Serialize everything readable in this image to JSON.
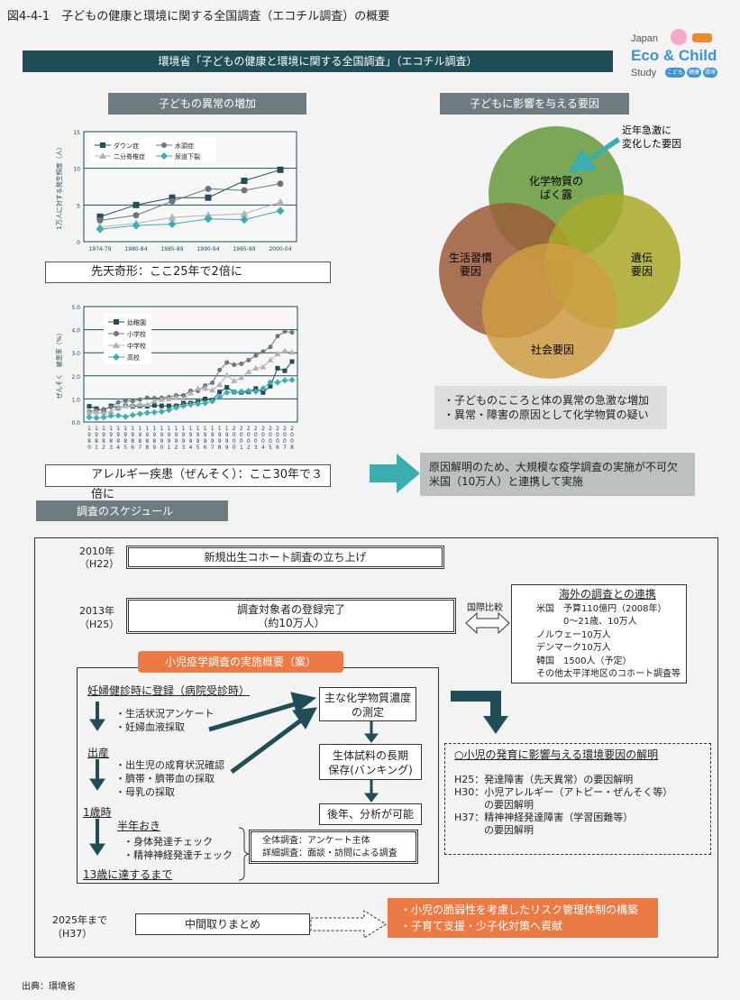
{
  "title": "図4-4-1　子どもの健康と環境に関する全国調査（エコチル調査）の概要",
  "banner": "環境省「子どもの健康と環境に関する全国調査」（エコチル調査）",
  "logo": {
    "line1": "Japan",
    "line2": "Eco & Child",
    "line3": "Study",
    "badges": [
      "こども",
      "健康",
      "環境"
    ]
  },
  "left_header": "子どもの異常の増加",
  "right_header": "子どもに影響を与える要因",
  "caption1": "先天奇形：ここ25年で2倍に",
  "caption2": "アレルギー疾患（ぜんそく）：ここ30年で３倍に",
  "chart_data": [
    {
      "type": "line",
      "ylabel": "1万人に対する発生頻度（人）",
      "ylim": [
        0,
        15
      ],
      "yticks": [
        0,
        5,
        10,
        15
      ],
      "categories": [
        "1974-79",
        "1980-84",
        "1985-89",
        "1990-94",
        "1995-99",
        "2000-04"
      ],
      "series": [
        {
          "name": "ダウン症",
          "color": "#1f4e57",
          "marker": "square",
          "values": [
            3.4,
            5.0,
            6.0,
            6.0,
            8.3,
            9.8
          ]
        },
        {
          "name": "水頭症",
          "color": "#6b777b",
          "marker": "circle",
          "values": [
            2.9,
            3.6,
            5.5,
            7.2,
            7.0,
            7.9
          ]
        },
        {
          "name": "二分脊椎症",
          "color": "#b0b4b4",
          "marker": "triangle",
          "values": [
            2.0,
            2.5,
            3.3,
            3.6,
            3.8,
            5.4
          ]
        },
        {
          "name": "尿道下裂",
          "color": "#3aaeb0",
          "marker": "diamond",
          "values": [
            1.7,
            2.2,
            2.4,
            3.1,
            3.0,
            4.2
          ]
        }
      ]
    },
    {
      "type": "line",
      "ylabel": "ぜんそく　被患率（%）",
      "ylim": [
        0,
        5
      ],
      "yticks": [
        "0.0",
        "1.0",
        "2.0",
        "3.0",
        "4.0",
        "5.0"
      ],
      "categories": [
        "1980",
        "1981",
        "1982",
        "1983",
        "1984",
        "1985",
        "1986",
        "1987",
        "1988",
        "1989",
        "1990",
        "1991",
        "1992",
        "1993",
        "1994",
        "1995",
        "1996",
        "1997",
        "1998",
        "1999",
        "2000",
        "2001",
        "2002",
        "2003",
        "2004",
        "2005",
        "2006",
        "2007",
        "2008"
      ],
      "series": [
        {
          "name": "幼稚園",
          "color": "#1f4e57",
          "marker": "square",
          "values": [
            0.68,
            0.58,
            0.5,
            0.7,
            0.6,
            0.7,
            0.68,
            0.7,
            0.68,
            0.72,
            0.7,
            0.7,
            0.7,
            0.8,
            0.82,
            0.87,
            1.0,
            0.95,
            1.3,
            1.5,
            1.3,
            1.28,
            1.3,
            1.45,
            1.28,
            1.55,
            2.33,
            2.22,
            2.62
          ]
        },
        {
          "name": "小学校",
          "color": "#6b777b",
          "marker": "circle",
          "values": [
            0.45,
            0.5,
            0.55,
            0.65,
            0.85,
            0.92,
            0.9,
            0.97,
            1.05,
            1.03,
            1.05,
            1.08,
            1.15,
            1.15,
            1.35,
            1.35,
            1.58,
            1.7,
            2.25,
            2.58,
            2.48,
            2.52,
            2.68,
            2.88,
            3.05,
            3.25,
            3.72,
            3.92,
            3.88
          ]
        },
        {
          "name": "中学校",
          "color": "#b0b4b4",
          "marker": "triangle",
          "values": [
            0.4,
            0.42,
            0.4,
            0.45,
            0.62,
            0.7,
            0.72,
            0.75,
            0.75,
            0.9,
            0.97,
            1.0,
            1.05,
            1.0,
            1.25,
            1.45,
            1.45,
            1.38,
            1.62,
            2.03,
            1.78,
            1.92,
            2.18,
            2.33,
            2.38,
            2.68,
            2.95,
            3.08,
            3.02
          ]
        },
        {
          "name": "高校",
          "color": "#3aaeb0",
          "marker": "diamond",
          "values": [
            0.2,
            0.18,
            0.2,
            0.27,
            0.28,
            0.23,
            0.3,
            0.35,
            0.4,
            0.42,
            0.45,
            0.52,
            0.62,
            0.7,
            0.75,
            0.78,
            0.82,
            0.9,
            1.08,
            1.28,
            1.3,
            1.32,
            1.35,
            1.32,
            1.45,
            1.72,
            1.72,
            1.8,
            1.82
          ]
        }
      ]
    }
  ],
  "venn": {
    "arrow_label_1": "近年急激に",
    "arrow_label_2": "変化した要因",
    "top": [
      "化学物質の",
      "ばく露"
    ],
    "left": [
      "生活習慣",
      "要因"
    ],
    "right": [
      "遺伝",
      "要因"
    ],
    "bottom": "社会要因",
    "colors": {
      "top": "#78a84e",
      "left": "#a4603c",
      "right": "#b3b22c",
      "bottom": "#d9a646",
      "arrow": "#3aaeb0"
    }
  },
  "issues": [
    "・子どものこころと体の異常の急激な増加",
    "・異常・障害の原因として化学物質の疑い"
  ],
  "conclusion": [
    "原因解明のため、大規模な疫学調査の実施が不可欠",
    "米国（10万人）と連携して実施"
  ],
  "schedule_header": "調査のスケジュール",
  "schedule": {
    "y2010": "2010年",
    "h22": "（H22）",
    "launch": "新規出生コホート調査の立ち上げ",
    "y2013": "2013年",
    "h25": "（H25）",
    "reg1": "調査対象者の登録完了",
    "reg2": "（約10万人）",
    "compare": "国際比較",
    "intl_title": "海外の調査との連携",
    "intl": [
      "米国　予算110億円（2008年）",
      "　　　0～21歳、10万人",
      "ノルウェー10万人",
      "デンマーク10万人",
      "韓国　1500人（予定）",
      "その他太平洋地区のコホート調査等"
    ],
    "plan_title": "小児疫学調査の実施概要（案）",
    "preg": "妊婦健診時に登録（病院受診時）",
    "preg_items": [
      "・生活状況アンケート",
      "・妊婦血液採取"
    ],
    "birth": "出産",
    "birth_items": [
      "・出生児の成育状況確認",
      "・臍帯・臍帯血の採取",
      "・母乳の採取"
    ],
    "age1": "1歳時",
    "half": "半年おき",
    "half_items": [
      "・身体発達チェック",
      "・精神神経発達チェック"
    ],
    "age13": "13歳に達するまで",
    "measure": [
      "主な化学物質濃度",
      "の測定"
    ],
    "bank": [
      "生体試料の長期",
      "保存(バンキング)"
    ],
    "later": "後年、分析が可能",
    "survey": [
      "全体調査：アンケート主体",
      "詳細調査：面談・訪問による調査"
    ],
    "goal_title": "○小児の発育に影響与える環境要因の解明",
    "goals": [
      "H25：発達障害（先天異常）の要因解明",
      "H30：小児アレルギー（アトピー・ぜんそく等）",
      "　　　の要因解明",
      "H37：精神神経発達障害（学習困難等）",
      "　　　の要因解明"
    ],
    "y2025": "2025年まで",
    "h37": "（H37）",
    "interim": "中間取りまとめ",
    "outcomes": [
      "・小児の脆弱性を考慮したリスク管理体制の構築",
      "・子育て支援・少子化対策へ貢献"
    ]
  },
  "source": "出典：環境省"
}
